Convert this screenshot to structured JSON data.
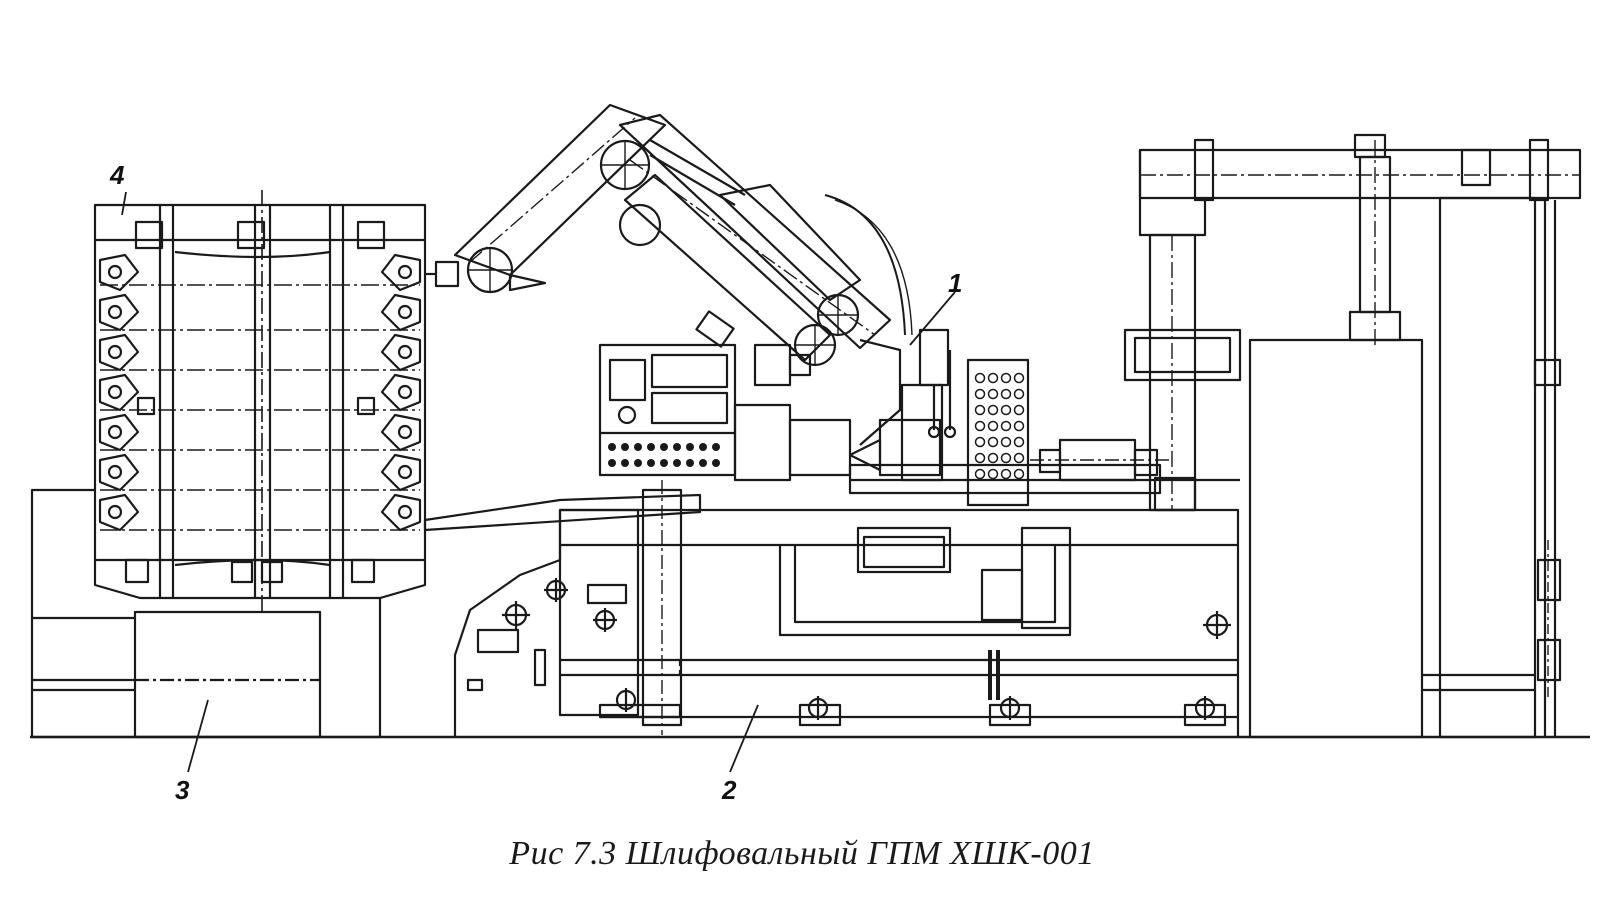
{
  "colors": {
    "ink": "#1a1a1a",
    "paper": "#ffffff"
  },
  "callouts": [
    {
      "id": "1",
      "label": "1",
      "part": "robot-arm-gripper"
    },
    {
      "id": "2",
      "label": "2",
      "part": "grinding-machine-base"
    },
    {
      "id": "3",
      "label": "3",
      "part": "magazine-support"
    },
    {
      "id": "4",
      "label": "4",
      "part": "workpiece-magazine"
    }
  ],
  "caption": {
    "text": "Рис  7.3 Шлифовальный ГПМ ХШК-001"
  }
}
